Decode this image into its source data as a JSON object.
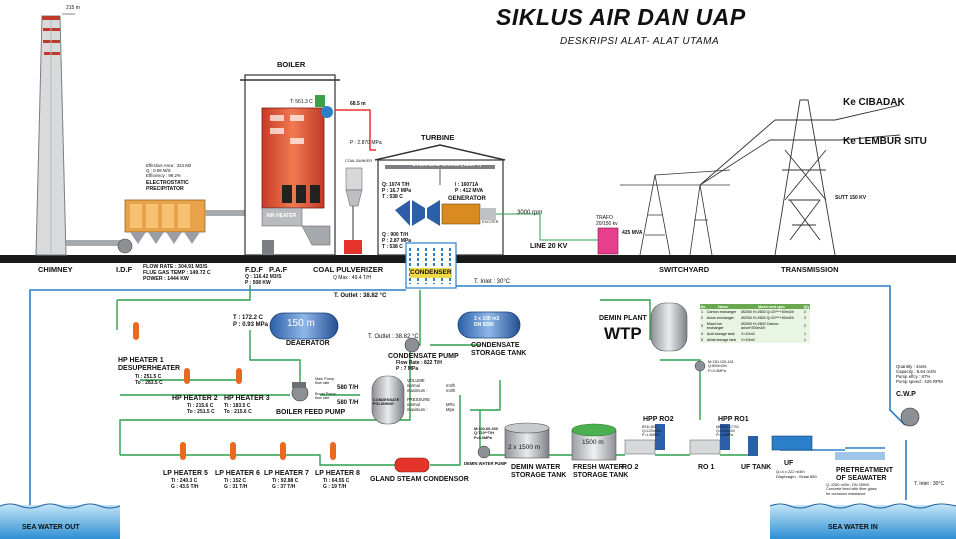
{
  "title": "SIKLUS AIR DAN UAP",
  "subtitle": "DESKRIPSI ALAT- ALAT UTAMA",
  "chimney": {
    "label": "CHIMNEY",
    "height_tag": "215 m"
  },
  "idf": {
    "label": "I.D.F"
  },
  "precipitator": {
    "label": "ELECTROSTATIC\nPRECIPITATOR",
    "specs": "Effective Area : 324 M2\nQ : 0.09 M/S\nEfficiency : 99.2%"
  },
  "flue": {
    "text": "FLOW RATE : 304.91 M3/S\nFLUE GAS TEMP : 149.72 C\nPOWER : 1444 KW"
  },
  "boiler": {
    "label": "BOILER",
    "temp": "T: 561.3 C",
    "level_tag": "68.5 m",
    "pressure": "P : 2.870 MPa",
    "heater_tag": "AIR HEATER"
  },
  "fdf": {
    "label": "F.D.F",
    "text": "Q : 116.42 M3/S\nP : 508 KW"
  },
  "paf": {
    "label": "P.A.F"
  },
  "pulverizer": {
    "label": "COAL PULVERIZER",
    "text": "Q Max : 49.4 T/H",
    "bunker_tag": "COAL BUNKER"
  },
  "turbine": {
    "label": "TURBINE",
    "crane": "OVERHEAD CRANE (48/20 T)",
    "steam_in": "Q: 1074 T/H\nP : 16.7 MPa\nT : 538 C",
    "reheat": "Q : 900 T/H\nP : 2.87 MPa\nT : 538 C",
    "gen_spec": "I : 16071A\nP : 412 MVA"
  },
  "generator": {
    "label": "GENERATOR",
    "rpm": "3000 rpm",
    "exciter_tag": "EXCITER"
  },
  "line20": {
    "label": "LINE 20 KV"
  },
  "transformer": {
    "label": "TRAFO\n20/150 kv",
    "mva": "425 MVA"
  },
  "switchyard": {
    "label": "SWITCHYARD"
  },
  "transmission": {
    "label": "TRANSMISSION",
    "sutt": "SUTT 150 KV"
  },
  "destinations": {
    "cibadak": "Ke CIBADAK",
    "lembur": "Ke LEMBUR SITU"
  },
  "condenser": {
    "label": "CONDENSER",
    "inlet": "T. Inlet : 30°C",
    "outlet_left": "T. Outlet : 38.82 °C",
    "outlet_mid": "T. Outlet : 38.82 °C"
  },
  "deaerator": {
    "label": "DEAERATOR",
    "volume": "150 m",
    "text": "T : 172.2 C\nP : 0.93 MPa"
  },
  "hp_heaters": [
    {
      "name": "HP HEATER 1\nDESUPERHEATER",
      "ti": "Ti : 251.5 C",
      "to": "To : 283.5 C"
    },
    {
      "name": "HP HEATER 2",
      "ti": "Ti : 215.6 C",
      "to": "To : 251.5 C"
    },
    {
      "name": "HP HEATER 3",
      "ti": "Ti : 183.5 C",
      "to": "To : 215.6 C"
    }
  ],
  "bfp": {
    "label": "BOILER FEED PUMP",
    "flow1": "580 T/H",
    "flow2": "580 T/H",
    "main_note": "Main Pump\nflow rate",
    "boost_note": "Boost Pump\nflow rate"
  },
  "condensate_pump": {
    "label": "CONDENSATE PUMP",
    "text": "Flow Rate : 822 T/H\nP : 7 MPa"
  },
  "polisher": {
    "label": "CONDENSATE\nPOLISHING",
    "text": "VOLUME\nnormal\nmaximum :\n\nPRESSURE\nnormal\nmaximum :",
    "units": "m3/h\nm3/h\n\n\nMPa\nMpa"
  },
  "cst": {
    "label": "CONDENSATE\nSTORAGE TANK",
    "capacity": "3 x 100 m3\nDN 9280"
  },
  "lp_heaters": [
    {
      "name": "LP HEATER 5",
      "ti": "Ti : 240.3 C",
      "to": "G : 43.5 T/H"
    },
    {
      "name": "LP HEATER 6",
      "ti": "Ti : 152 C",
      "to": "G : 31 T/H"
    },
    {
      "name": "LP HEATER 7",
      "ti": "Ti : 92.88 C",
      "to": "G : 37 T/H"
    },
    {
      "name": "LP HEATER 8",
      "ti": "Ti : 64.55 C",
      "to": "G : 19 T/H"
    }
  ],
  "gland": {
    "label": "GLAND STEAM CONDENSOR"
  },
  "demin_pump": {
    "label": "DEMIN WATER PUMP",
    "text": "M:130-60-330\nQ:T10**T/H\nP=0.6MPa"
  },
  "demin_tank": {
    "label": "DEMIN WATER\nSTORAGE TANK",
    "capacity": "2 x 1500 m"
  },
  "fresh_tank": {
    "label": "FRESH WATER\nSTORAGE TANK",
    "capacity": "1500 m"
  },
  "wtp": {
    "label": "DEMIN PLANT",
    "big": "WTP",
    "pump_text": "M:130-129-181\nQ:500m3/h\nP=0.4MPa"
  },
  "wtp_table": {
    "headers": [
      "No",
      "Name",
      "Model and spec",
      "Qty"
    ],
    "rows": [
      [
        "1",
        "Carbon exchanger",
        "Ø2000 H=2600 Q=20***+50m3/h",
        "2"
      ],
      [
        "2",
        "Anion exchanger",
        "Ø2000 H=2600 Q=20***+50m3/h",
        "2"
      ],
      [
        "3",
        "Mixed ion exchanger",
        "Ø2000 H=2800 Carbon-anion*200m3/h",
        "2"
      ],
      [
        "4",
        "Acid storage tank",
        "V=10m3",
        "1"
      ],
      [
        "5",
        "Alkali storage tank",
        "V=10m3",
        "1"
      ]
    ]
  },
  "ro": {
    "ro2": "RO 2",
    "ro1": "RO 1",
    "hpp_ro2": "HPP RO2",
    "hpp_ro1": "HPP RO1",
    "hpp_ro2_text": "BSD-80C\nQ=120m3/h\nP=1.6MPa",
    "hpp_ro1_text": "MBB30-07701\nQ=120m3/h\nP=1.0MPa"
  },
  "uf": {
    "label": "UF",
    "tank": "UF TANK",
    "text": "Q=4 x 222 m3/h\nDiaphragm : Sintal 880"
  },
  "pretreat": {
    "label": "PRETREATMENT\nOF SEAWATER",
    "text": "Q: 2280 m3/h ; DN 25000\nConcrete lined with fiber glass\nfor corrosion resistance"
  },
  "cwp": {
    "label": "C.W.P",
    "text": "Quantity : 4sets\nCapacity : 8.64 m3/s\nPump effcy : 87%\nPump speed : 425 RPM",
    "inlet": "T. Inlet : 30°C"
  },
  "sea": {
    "out": "SEA WATER OUT",
    "in": "SEA WATER IN"
  },
  "colors": {
    "steam": "#e5352b",
    "water_green": "#2aa14a",
    "sea_blue": "#2b7fc9",
    "tank_blue": "#1f5aa8",
    "gray": "#a6a9ad"
  }
}
